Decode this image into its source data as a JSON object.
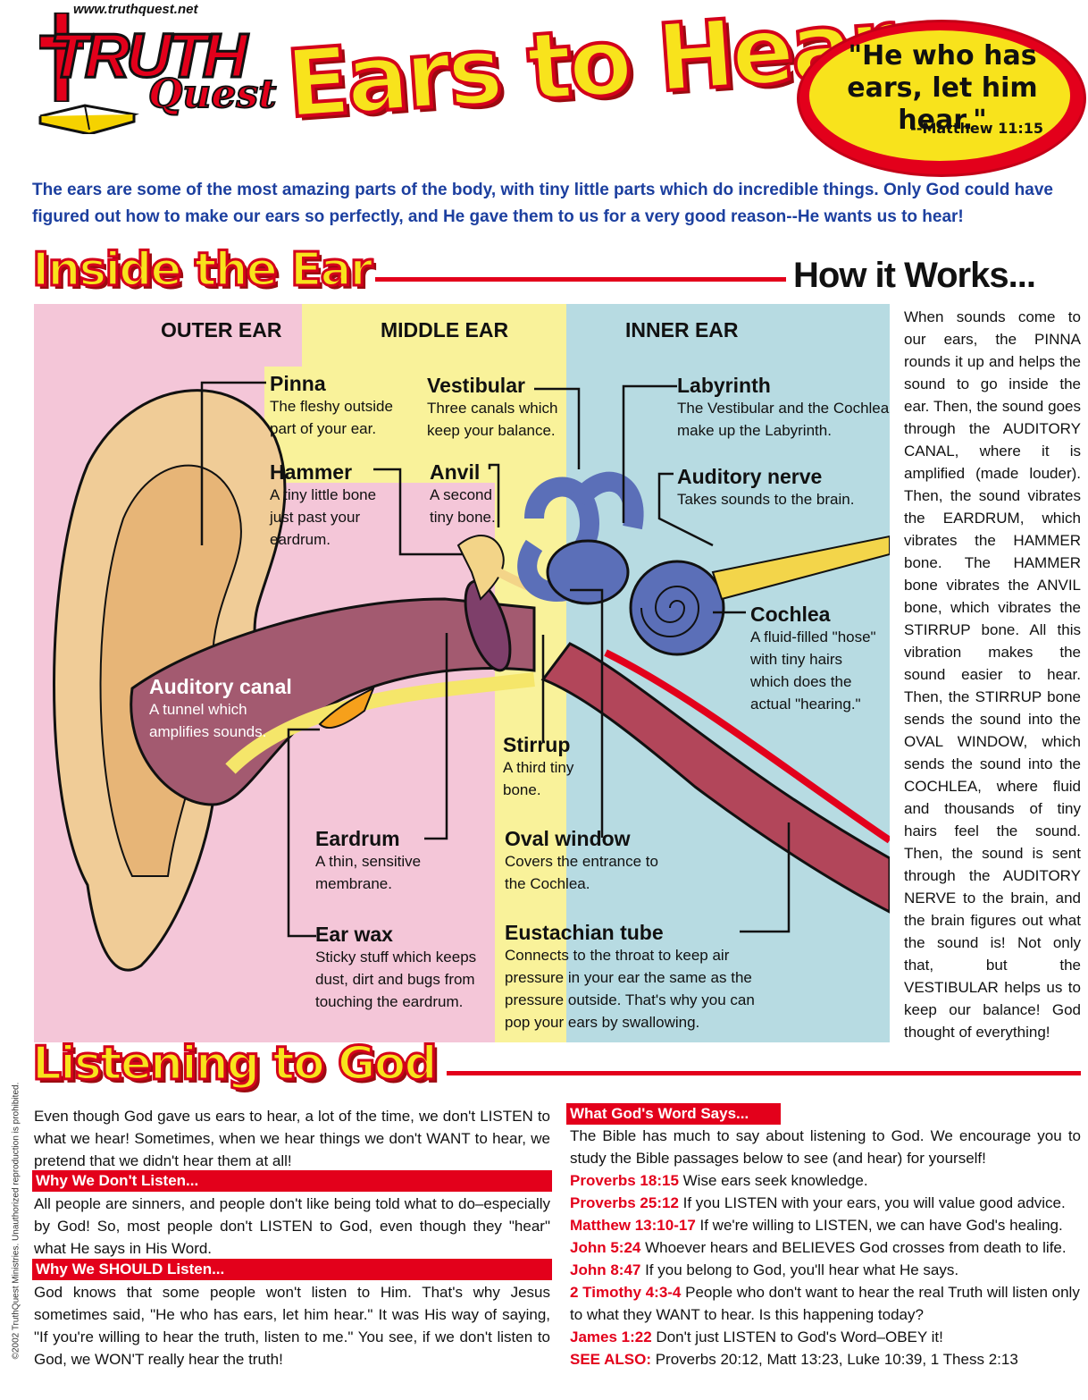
{
  "header": {
    "url": "www.truthquest.net",
    "logo_word1": "TRUTH",
    "logo_word2": "Quest",
    "title": "Ears to Hear",
    "quote": "\"He who has ears, let him hear.\"",
    "quote_ref": "--Matthew 11:15"
  },
  "intro": "The ears are some of the most amazing parts of the body, with tiny little parts which do incredible things. Only God could have figured out how to make our ears so perfectly, and He gave them to us for a very good reason--He wants us to hear!",
  "inside": {
    "title": "Inside the Ear",
    "zones": {
      "outer": "OUTER EAR",
      "middle": "MIDDLE EAR",
      "inner": "INNER EAR"
    },
    "parts": {
      "pinna": {
        "name": "Pinna",
        "desc": [
          "The fleshy outside",
          "part of your ear."
        ]
      },
      "vestibular": {
        "name": "Vestibular",
        "desc": [
          "Three canals which",
          "keep your balance."
        ]
      },
      "labyrinth": {
        "name": "Labyrinth",
        "desc": [
          "The Vestibular and the Cochlea",
          "make up the Labyrinth."
        ]
      },
      "hammer": {
        "name": "Hammer",
        "desc": [
          "A tiny little bone",
          "just past your",
          "eardrum."
        ]
      },
      "anvil": {
        "name": "Anvil",
        "desc": [
          "A second",
          "tiny bone."
        ]
      },
      "auditory_nerve": {
        "name": "Auditory nerve",
        "desc": [
          "Takes sounds to the brain."
        ]
      },
      "cochlea": {
        "name": "Cochlea",
        "desc": [
          "A fluid-filled \"hose\"",
          "with tiny hairs",
          "which does the",
          "actual \"hearing.\""
        ]
      },
      "auditory_canal": {
        "name": "Auditory canal",
        "desc": [
          "A tunnel which",
          "amplifies sounds."
        ]
      },
      "stirrup": {
        "name": "Stirrup",
        "desc": [
          "A third tiny",
          "bone."
        ]
      },
      "eardrum": {
        "name": "Eardrum",
        "desc": [
          "A thin, sensitive",
          "membrane."
        ]
      },
      "oval_window": {
        "name": "Oval window",
        "desc": [
          "Covers the entrance to",
          "the Cochlea."
        ]
      },
      "ear_wax": {
        "name": "Ear wax",
        "desc": [
          "Sticky stuff which keeps",
          "dust, dirt and bugs from",
          "touching the eardrum."
        ]
      },
      "eustachian": {
        "name": "Eustachian tube",
        "desc": [
          "Connects to the throat to keep air",
          "pressure in your ear the same as the",
          "pressure outside. That's why you can",
          "pop your ears by swallowing."
        ]
      }
    }
  },
  "how": {
    "title": "How it Works...",
    "text": "When sounds come to our ears, the PINNA rounds it up and helps the sound to go inside the ear. Then, the sound goes through the AUDITORY CANAL, where it is amplified (made louder). Then, the sound vibrates the EARDRUM, which vibrates the HAMMER bone. The HAMMER bone vibrates the ANVIL bone, which vibrates the STIRRUP bone. All this vibration makes the sound easier to hear. Then, the STIRRUP bone sends the sound into the OVAL WINDOW, which sends the sound into the COCHLEA, where fluid and thousands of tiny hairs feel the sound. Then, the sound is sent through the AUDITORY NERVE to the brain, and the brain figures out what the sound is! Not only that, but the VESTIBULAR helps us to keep our balance! God thought of everything!"
  },
  "listening": {
    "title": "Listening to God",
    "intro": "Even though God gave us ears to hear, a lot of the time, we don't LISTEN to what we hear! Sometimes, when we hear things we don't WANT to hear, we pretend that we didn't hear them at all!",
    "why_not_heading": "Why We Don't Listen...",
    "why_not_text": "All people are sinners, and people don't like being told what to do–especially by God! So, most people don't LISTEN to God, even though they \"hear\" what He says in His Word.",
    "why_should_heading": "Why We SHOULD Listen...",
    "why_should_text": "God knows that some people won't listen to Him. That's why Jesus sometimes said, \"He who has ears, let him hear.\" It was His way of saying, \"If you're willing to hear the truth, listen to me.\" You see, if we don't listen to God, we WON'T really hear the truth!",
    "word_heading": "What God's Word Says...",
    "word_intro": "The Bible has much to say about listening to God. We encourage you to study the Bible passages below to see (and hear) for yourself!",
    "verses": [
      {
        "ref": "Proverbs 18:15",
        "text": " Wise ears seek knowledge."
      },
      {
        "ref": "Proverbs 25:12",
        "text": " If you LISTEN with your ears, you will value good advice."
      },
      {
        "ref": "Matthew 13:10-17",
        "text": " If we're willing to LISTEN, we can have God's healing."
      },
      {
        "ref": "John 5:24",
        "text": " Whoever hears and BELIEVES God crosses from death to life."
      },
      {
        "ref": "John 8:47",
        "text": " If you belong to God, you'll hear what He says."
      },
      {
        "ref": "2 Timothy 4:3-4",
        "text": " People who don't want to hear the real Truth will listen only to what they WANT to hear. Is this happening today?"
      },
      {
        "ref": "James 1:22",
        "text": " Don't just LISTEN to God's Word–OBEY it!"
      },
      {
        "ref": "SEE ALSO:",
        "text": " Proverbs 20:12, Matt 13:23, Luke 10:39, 1 Thess 2:13"
      }
    ]
  },
  "copyright": "©2002 TruthQuest Ministries. Unauthorized reproduction is prohibited.",
  "colors": {
    "accent_red": "#e3001b",
    "title_yellow": "#f8e31c",
    "intro_blue": "#1c3f9f",
    "outer_pink": "#f4c6d8",
    "middle_yellow": "#f9f29a",
    "inner_blue": "#b7dbe2"
  }
}
